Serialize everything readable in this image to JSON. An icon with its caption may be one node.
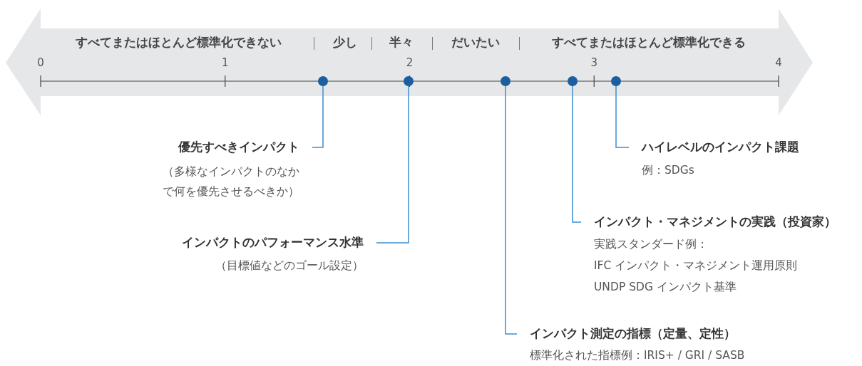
{
  "diagram": {
    "nodes": [
      {
        "text": [],
        "shape": "circle"
      },
      {
        "text": [],
        "shape": "circle"
      },
      {
        "text": [],
        "shape": "circle"
      },
      {
        "text": [],
        "shape": "circle"
      },
      {
        "text": [],
        "shape": "circle"
      },
      {
        "text": [
          "優先すべきインパクト",
          "（多様なインパクトのなかで何を優先させるべきか）"
        ]
      },
      {
        "text": [
          "ハイレベルのインパクト課題",
          "例：SDGs"
        ]
      },
      {
        "text": [
          "インパクト・マネジメントの実践（投資家）",
          "実践スタンダード例：",
          "IFC インパクト・マネジメント運用原則",
          "UNDP SDG インパクト基準"
        ]
      },
      {
        "text": [
          "インパクトのパフォーマンス水準",
          "（目標値などのゴール設定）"
        ]
      },
      {
        "text": [
          "インパクト測定の指標（定量、定性）",
          "標準化された指標例：IRIS+ / GRI / SASB"
        ]
      }
    ],
    "edges": [
      {
        "from": 5,
        "to": 0,
        "arrow": "none"
      },
      {
        "from": 6,
        "to": 4,
        "arrow": "none"
      },
      {
        "from": 7,
        "to": 3,
        "arrow": "none"
      },
      {
        "from": 8,
        "to": 1,
        "arrow": "none"
      },
      {
        "from": 9,
        "to": 2,
        "arrow": "none"
      }
    ],
    "labels": [
      "すべてまたはほとんど標準化できない",
      "少し",
      "半々",
      "だいたい",
      "すべてまたはほとんど標準化できる",
      "0",
      "1",
      "2",
      "3",
      "4"
    ]
  }
}
